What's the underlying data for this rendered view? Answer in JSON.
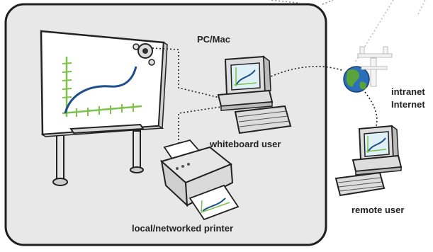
{
  "labels": {
    "pc_mac": "PC/Mac",
    "whiteboard_user": "whiteboard user",
    "printer": "local/networked printer",
    "intranet": "intranet",
    "internet": "Internet",
    "remote_user": "remote user"
  },
  "colors": {
    "panel_fill": "#e8e8e8",
    "panel_stroke": "#1f1f1f",
    "curve": "#1f4e8c",
    "graph_axes": "#7cc24a",
    "screen": "#dff1f6",
    "globe_blue": "#2a6fb8",
    "globe_green": "#5aa33b",
    "dotted_line": "#222222"
  },
  "icons": [
    "whiteboard-icon",
    "pen-tray-icon",
    "pc-icon",
    "keyboard-icon",
    "printer-icon",
    "globe-icon",
    "network-tower-icon",
    "remote-pc-icon"
  ]
}
